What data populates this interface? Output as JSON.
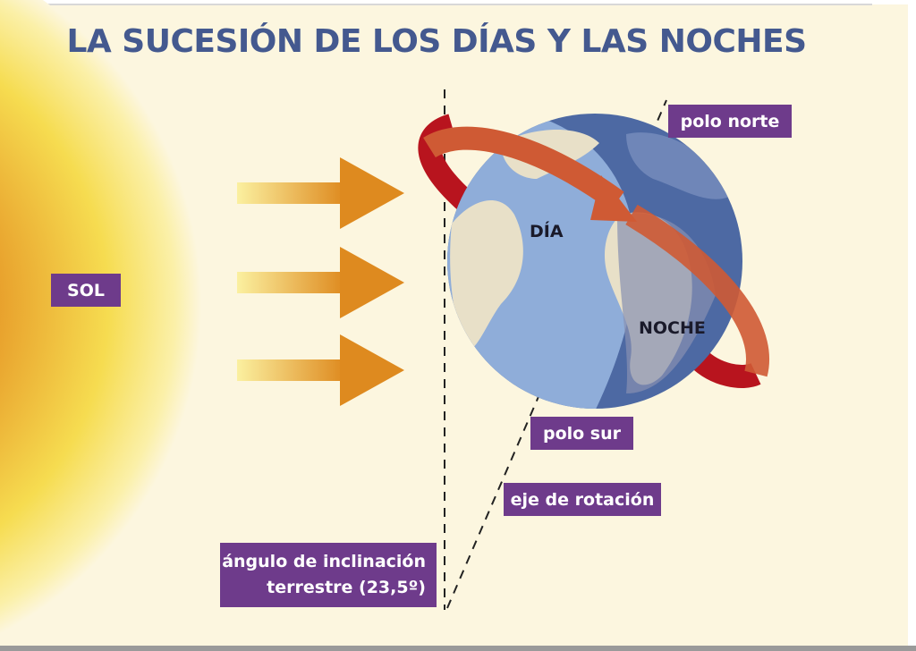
{
  "title": "LA SUCESIÓN DE LOS DÍAS Y LAS NOCHES",
  "labels": {
    "sun": "SOL",
    "north_pole": "polo norte",
    "south_pole": "polo sur",
    "axis": "eje de rotación",
    "tilt_line1": "ángulo de inclinación",
    "tilt_line2": "terrestre (23,5º)",
    "day": "DÍA",
    "night": "NOCHE"
  },
  "colors": {
    "background": "#fcf6df",
    "label_bg": "#6e3b8b",
    "title": "#44598f",
    "day_ocean": "#8fadd9",
    "night_ocean": "#4d69a3",
    "arrow": "#de8a1f",
    "rotation_arrow": "#cf5a34"
  }
}
